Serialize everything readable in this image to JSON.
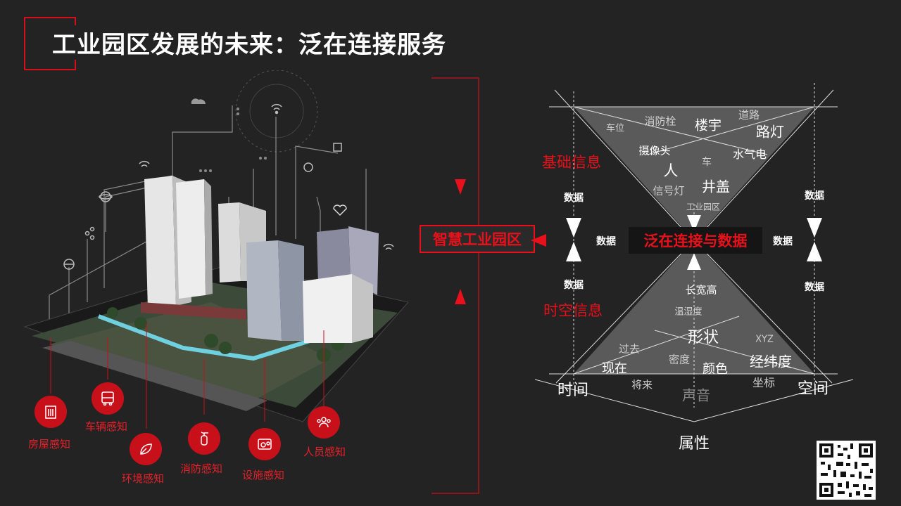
{
  "title": "工业园区发展的未来：泛在连接服务",
  "colors": {
    "accent": "#e8101a",
    "background": "#232323",
    "triangle_fill": "#6e6e6e"
  },
  "sensors": [
    {
      "label": "房屋感知",
      "icon": "building-icon"
    },
    {
      "label": "车辆感知",
      "icon": "bus-icon"
    },
    {
      "label": "环境感知",
      "icon": "leaf-icon"
    },
    {
      "label": "消防感知",
      "icon": "fire-extinguisher-icon"
    },
    {
      "label": "设施感知",
      "icon": "facility-settings-icon"
    },
    {
      "label": "人员感知",
      "icon": "people-icon"
    }
  ],
  "center_box": "智慧工业园区",
  "diagram": {
    "center_label": "泛在连接与数据",
    "basic_info_title": "基础信息",
    "spatiotemporal_title": "时空信息",
    "data_label": "数据",
    "corners": {
      "time": "时间",
      "space": "空间",
      "attribute": "属性"
    },
    "top_items": {
      "parking": "车位",
      "hydrant": "消防栓",
      "building": "楼宇",
      "road": "道路",
      "streetlight": "路灯",
      "camera": "摄像头",
      "car": "车",
      "utilities": "水气电",
      "person": "人",
      "signal_light": "信号灯",
      "manhole": "井盖",
      "industrial_park": "工业园区"
    },
    "bottom_items": {
      "dimensions": "长宽高",
      "temp_humidity": "温湿度",
      "shape": "形状",
      "xyz": "XYZ",
      "past": "过去",
      "density": "密度",
      "latlon": "经纬度",
      "present": "现在",
      "color": "颜色",
      "future": "将来",
      "coordinates": "坐标",
      "sound": "声音"
    }
  }
}
